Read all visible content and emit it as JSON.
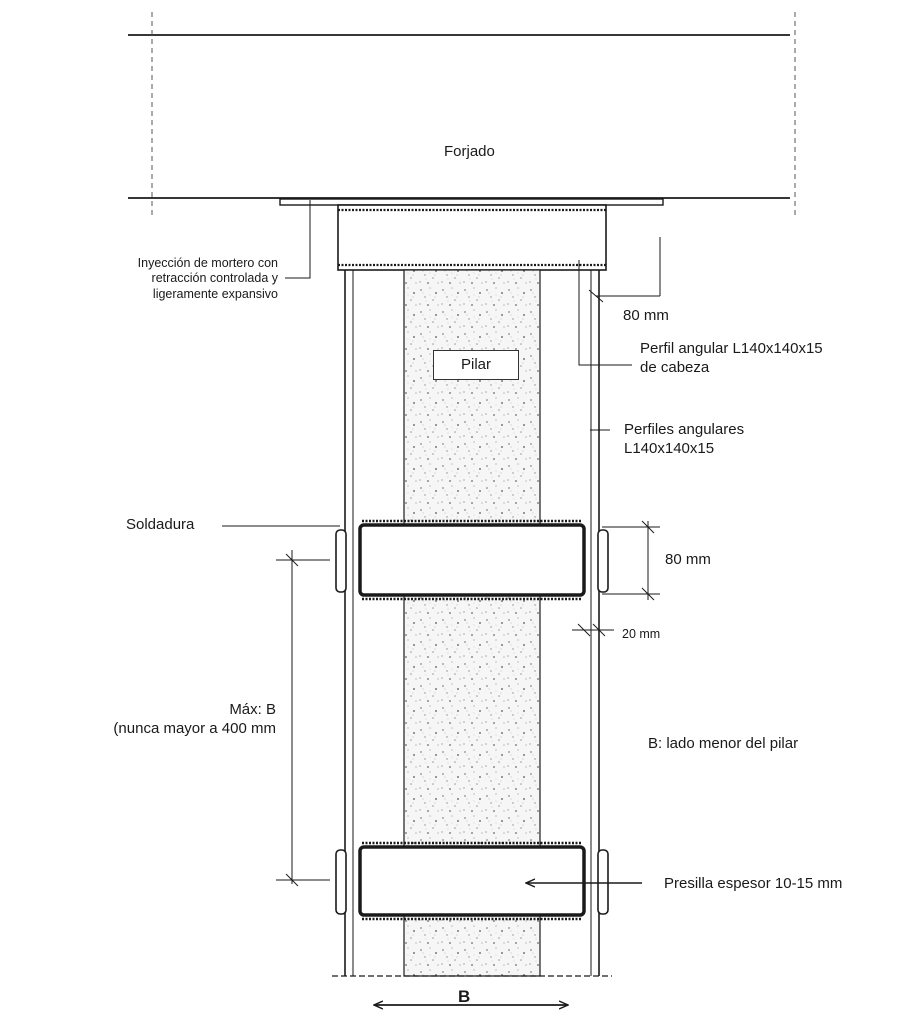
{
  "labels": {
    "forjado": "Forjado",
    "pilar": "Pilar",
    "inyeccion": [
      "Inyección de mortero con",
      "retracción controlada y",
      "ligeramente expansivo"
    ],
    "dim_80_top": "80 mm",
    "perfil_cabeza": [
      "Perfil angular L140x140x15",
      "de cabeza"
    ],
    "perfiles_angulares": [
      "Perfiles angulares",
      "L140x140x15"
    ],
    "soldadura": "Soldadura",
    "dim_80_presilla": "80 mm",
    "dim_20": "20 mm",
    "max_b": [
      "Máx: B",
      "(nunca mayor a 400 mm"
    ],
    "b_def": "B: lado menor del pilar",
    "presilla": "Presilla espesor 10-15 mm",
    "b_axis": "B"
  },
  "colors": {
    "line": "#1a1a1a",
    "concrete_speckle": "#8a8a8a"
  }
}
